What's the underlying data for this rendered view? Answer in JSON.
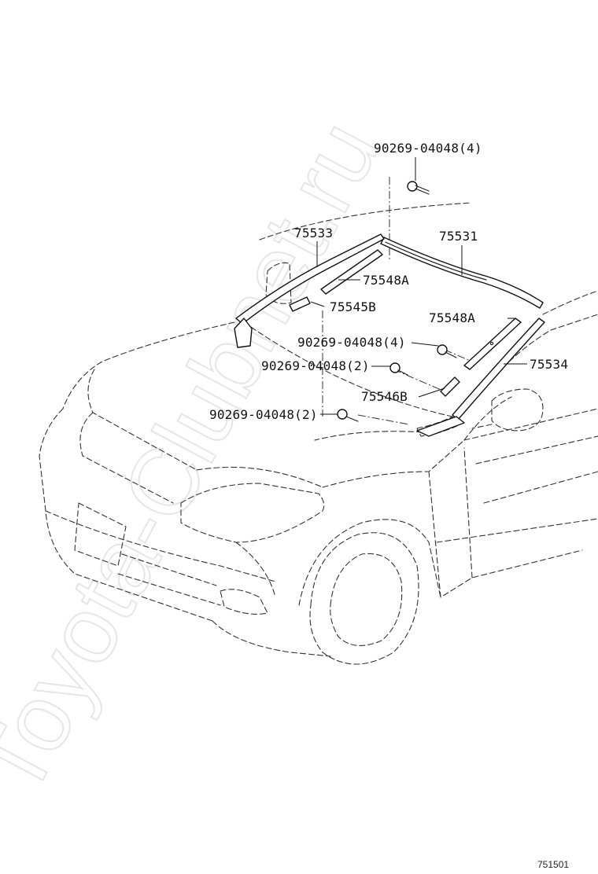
{
  "watermark": "Toyota-Clubnet.ru",
  "figure_number": "751501",
  "labels": {
    "clip_top": "90269-04048(4)",
    "mold_outside_left": "75533",
    "mold_roof": "75531",
    "retainer_left": "75548A",
    "retainer_right": "75548A",
    "stopper_left": "75545B",
    "clip_middle": "90269-04048(4)",
    "clip_lower": "90269-04048(2)",
    "mold_outside_right": "75534",
    "stopper_right": "75546B",
    "clip_bottom": "90269-04048(2)"
  }
}
